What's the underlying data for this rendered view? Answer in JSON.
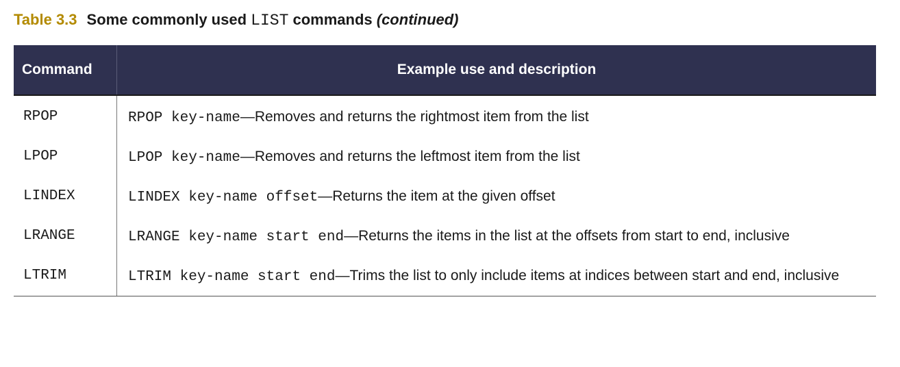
{
  "caption": {
    "number": "Table 3.3",
    "prefix": "Some commonly used ",
    "code": "LIST",
    "suffix": " commands ",
    "continued": "(continued)"
  },
  "table": {
    "headers": {
      "command": "Command",
      "description": "Example use and description"
    },
    "rows": [
      {
        "command": "RPOP",
        "usage": "RPOP key-name",
        "description": "—Removes and returns the rightmost item from the list"
      },
      {
        "command": "LPOP",
        "usage": "LPOP key-name",
        "description": "—Removes and returns the leftmost item from the list"
      },
      {
        "command": "LINDEX",
        "usage": "LINDEX key-name offset",
        "description": "—Returns the item at the given offset"
      },
      {
        "command": "LRANGE",
        "usage": "LRANGE key-name start end",
        "description": "—Returns the items in the list at the offsets from start to end, inclusive"
      },
      {
        "command": "LTRIM",
        "usage": "LTRIM key-name start end",
        "description": "—Trims the list to only include items at indices between start and end, inclusive"
      }
    ]
  }
}
